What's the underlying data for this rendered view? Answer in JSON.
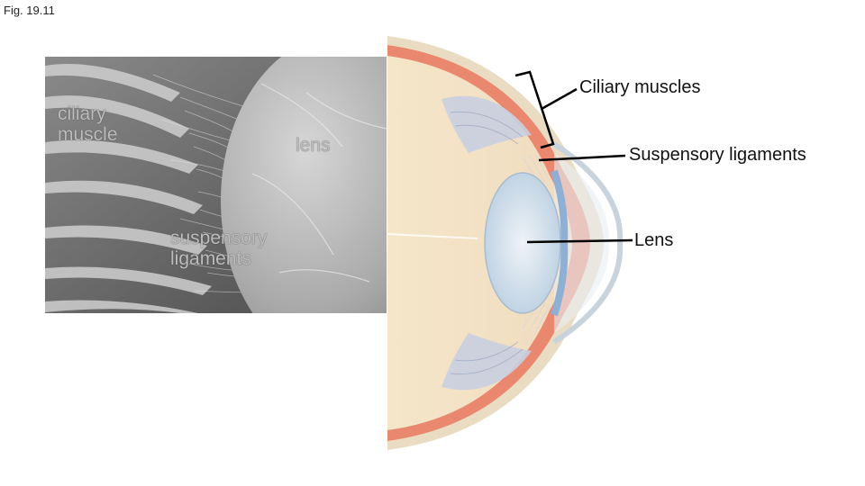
{
  "figure": {
    "label": "Fig. 19.11"
  },
  "micrograph": {
    "labels": {
      "ciliary_muscle": [
        "ciliary",
        "muscle"
      ],
      "lens": "lens",
      "suspensory_ligaments": [
        "suspensory",
        "ligaments"
      ]
    }
  },
  "illustration": {
    "callouts": {
      "ciliary_muscles": "Ciliary muscles",
      "suspensory_ligaments": "Suspensory ligaments",
      "lens": "Lens"
    }
  },
  "colors": {
    "ciliary_tissue": "#e9876f",
    "lens": "#d9e6ef",
    "vitreous": "#f3e2c4",
    "sem_background": "#6f6f6f"
  }
}
